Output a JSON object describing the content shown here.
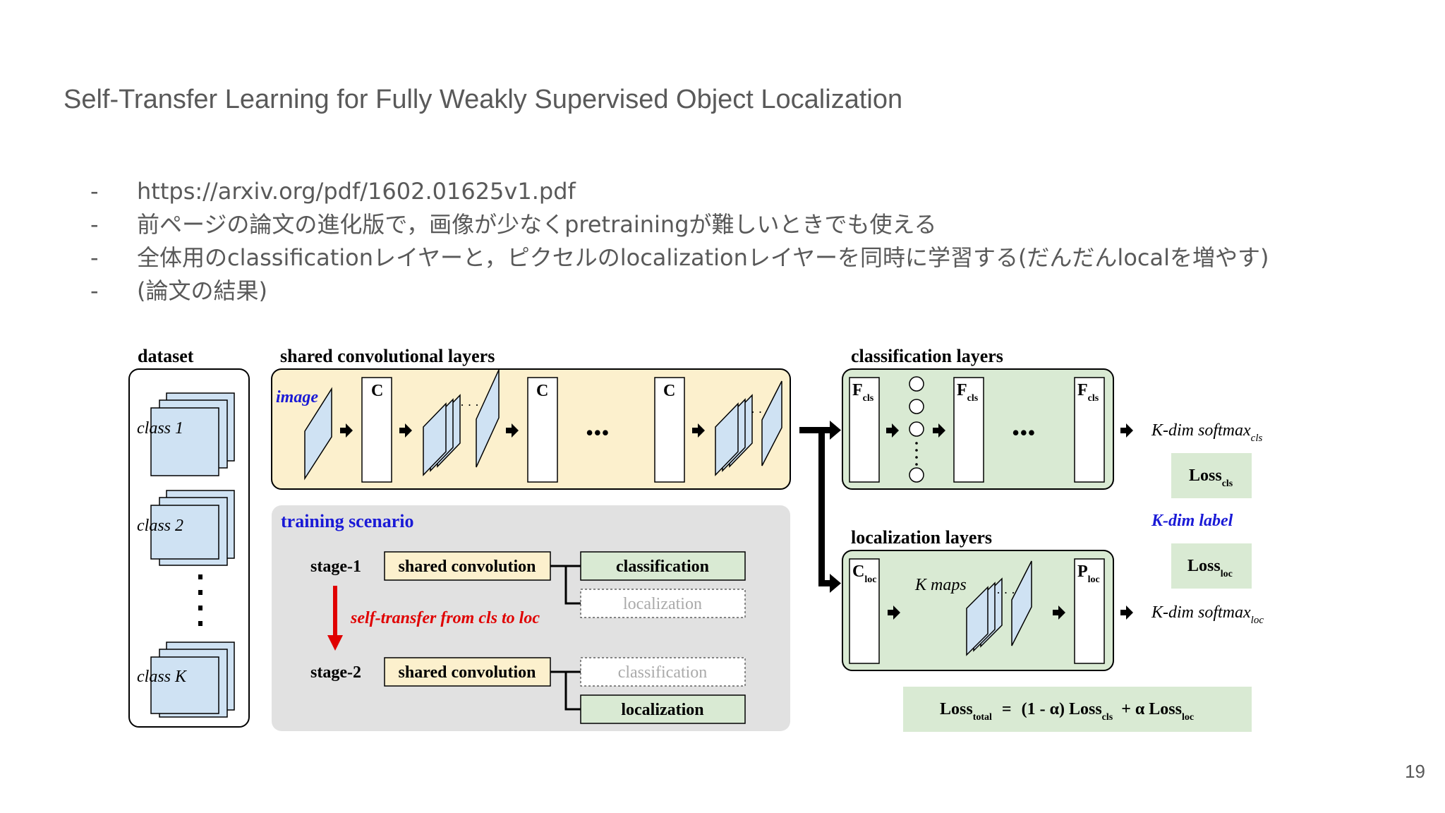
{
  "slide": {
    "title": "Self-Transfer Learning for Fully Weakly Supervised Object Localization",
    "bullets": [
      "https://arxiv.org/pdf/1602.01625v1.pdf",
      "前ページの論文の進化版で，画像が少なくpretrainingが難しいときでも使える",
      "全体用のclassificationレイヤーと，ピクセルのlocalizationレイヤーを同時に学習する(だんだんlocalを増やす)",
      "(論文の結果)"
    ],
    "bullet_marker": "-",
    "page_number": "19"
  },
  "diagram": {
    "dataset": {
      "heading": "dataset",
      "class_1": "class 1",
      "class_2": "class 2",
      "class_k": "class K"
    },
    "shared": {
      "heading": "shared convolutional layers",
      "image_label": "image",
      "conv": "C",
      "dots": "•••",
      "small_dots": "· · ·"
    },
    "classification": {
      "heading": "classification layers",
      "f": "F",
      "cls": "cls",
      "dots": "•••"
    },
    "localization": {
      "heading": "localization layers",
      "c": "C",
      "loc": "loc",
      "k_maps": "K maps",
      "p": "P"
    },
    "outputs": {
      "softmax": "K-dim softmax",
      "cls": "cls",
      "loc": "loc",
      "loss": "Loss",
      "label": "K-dim label"
    },
    "training": {
      "heading": "training scenario",
      "stage1": "stage-1",
      "stage2": "stage-2",
      "shared_conv": "shared convolution",
      "classification": "classification",
      "localization": "localization",
      "transfer": "self-transfer from cls to loc"
    },
    "formula": {
      "loss": "Loss",
      "total": "total",
      "eq": "=",
      "one_minus_alpha": "(1 - α) Loss",
      "cls": "cls",
      "plus_alpha": "+  α Loss",
      "loc": "loc"
    },
    "colors": {
      "shared_fill": "#fcf0cd",
      "cls_fill": "#d9ead3",
      "training_fill": "#e1e1e1",
      "layer_fill": "#cfe2f3",
      "heading_blue": "#1a1ad6",
      "arrow_red": "#e00000"
    }
  }
}
